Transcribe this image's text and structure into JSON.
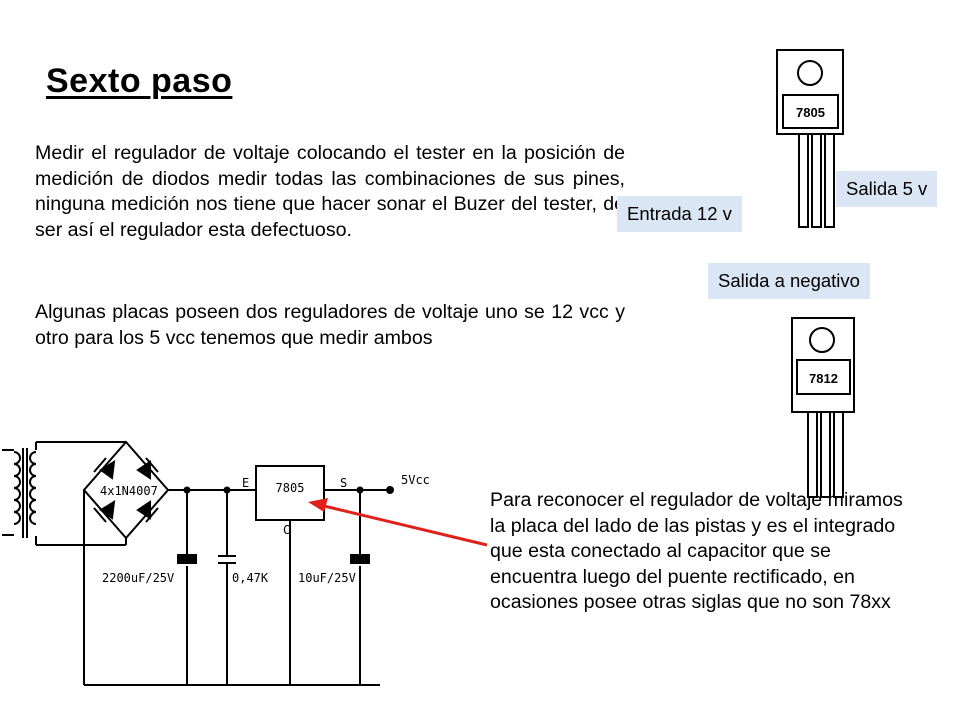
{
  "title": "Sexto paso",
  "paragraphs": {
    "p1": "Medir el regulador de voltaje colocando el tester en la posición de medición de diodos medir todas las combinaciones de sus pines, ninguna medición nos tiene que hacer sonar el Buzer del tester, de ser así el regulador esta defectuoso.",
    "p2": "Algunas placas poseen dos reguladores de voltaje uno se 12 vcc y otro para los 5 vcc tenemos que medir ambos",
    "p3": "Para reconocer el regulador de voltaje miramos la placa del lado de las pistas y es el integrado que esta conectado al capacitor que se encuentra luego del puente rectificado, en ocasiones posee otras siglas que no son 78xx"
  },
  "labels": {
    "salida5": "Salida 5 v",
    "entrada12": "Entrada 12 v",
    "negativo": "Salida a negativo"
  },
  "chips": {
    "top": "7805",
    "bottom": "7812"
  },
  "schematic": {
    "regulator": "7805",
    "bridge": "4x1N4007",
    "pin_e": "E",
    "pin_s": "S",
    "pin_c": "C",
    "vout": "5Vcc",
    "cap1": "2200uF/25V",
    "cap2": "0,47K",
    "cap3": "10uF/25V"
  },
  "colors": {
    "tag_bg": "#dbe6f4",
    "arrow": "#e0201b"
  }
}
